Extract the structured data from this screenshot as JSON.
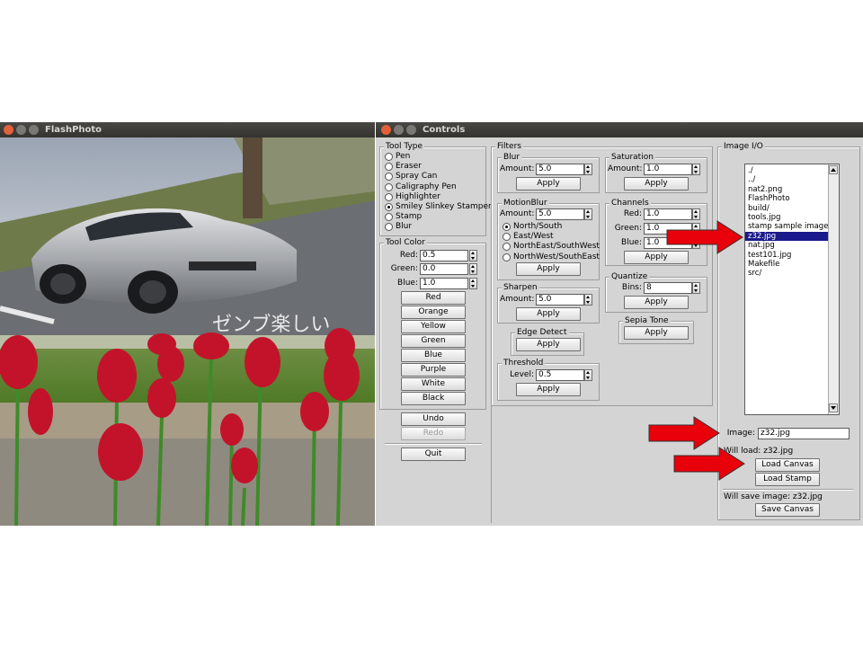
{
  "flashphoto": {
    "title": "FlashPhoto",
    "overlay_text": "ゼンブ楽しい"
  },
  "controls": {
    "title": "Controls",
    "tool_type": {
      "title": "Tool Type",
      "tools": [
        "Pen",
        "Eraser",
        "Spray Can",
        "Caligraphy Pen",
        "Highlighter",
        "Smiley Slinkey Stamper",
        "Stamp",
        "Blur"
      ],
      "selected_index": 5
    },
    "tool_color": {
      "title": "Tool Color",
      "red_label": "Red:",
      "red_value": "0.5",
      "green_label": "Green:",
      "green_value": "0.0",
      "blue_label": "Blue:",
      "blue_value": "1.0",
      "presets": [
        "Red",
        "Orange",
        "Yellow",
        "Green",
        "Blue",
        "Purple",
        "White",
        "Black"
      ]
    },
    "undo_label": "Undo",
    "redo_label": "Redo",
    "quit_label": "Quit",
    "filters": {
      "title": "Filters",
      "apply_label": "Apply",
      "blur": {
        "title": "Blur",
        "amount_label": "Amount:",
        "amount": "5.0"
      },
      "motion_blur": {
        "title": "MotionBlur",
        "amount_label": "Amount:",
        "amount": "5.0",
        "directions": [
          "North/South",
          "East/West",
          "NorthEast/SouthWest",
          "NorthWest/SouthEast"
        ],
        "selected_index": 0
      },
      "sharpen": {
        "title": "Sharpen",
        "amount_label": "Amount:",
        "amount": "5.0"
      },
      "edge_detect": {
        "title": "Edge Detect"
      },
      "threshold": {
        "title": "Threshold",
        "level_label": "Level:",
        "level": "0.5"
      },
      "saturation": {
        "title": "Saturation",
        "amount_label": "Amount:",
        "amount": "1.0"
      },
      "channels": {
        "title": "Channels",
        "red_label": "Red:",
        "red": "1.0",
        "green_label": "Green:",
        "green": "1.0",
        "blue_label": "Blue:",
        "blue": "1.0"
      },
      "quantize": {
        "title": "Quantize",
        "bins_label": "Bins:",
        "bins": "8"
      },
      "sepia": {
        "title": "Sepia Tone"
      }
    },
    "image_io": {
      "title": "Image I/O",
      "files": [
        "./",
        "../",
        "nat2.png",
        "FlashPhoto",
        "build/",
        "tools.jpg",
        "stamp sample image",
        "z32.jpg",
        "nat.jpg",
        "test101.jpg",
        "Makefile",
        "src/"
      ],
      "selected_index": 7,
      "image_label": "Image:",
      "image_value": "z32.jpg",
      "will_load_text": "Will load: z32.jpg",
      "load_canvas_label": "Load Canvas",
      "load_stamp_label": "Load Stamp",
      "will_save_text": "Will save image: z32.jpg",
      "save_canvas_label": "Save Canvas"
    }
  },
  "colors": {
    "annotation_arrow": "#e8000b",
    "selection": "#1a1a8c",
    "close_button": "#e2603a"
  }
}
